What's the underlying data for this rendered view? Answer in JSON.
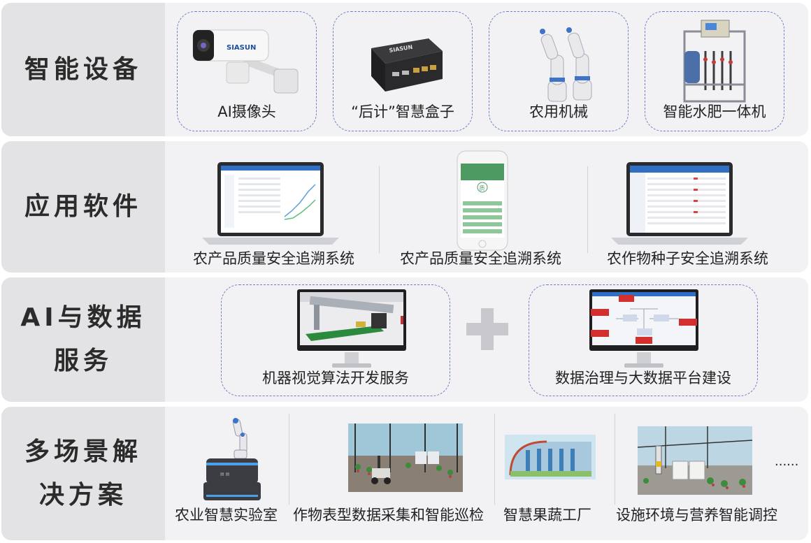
{
  "rows": [
    {
      "label_lines": [
        "智能设备"
      ],
      "items": [
        "AI摄像头",
        "“后计”智慧盒子",
        "农用机械",
        "智能水肥一体机"
      ],
      "camera_brand": "SIASUN",
      "box_brand": "SIASUN"
    },
    {
      "label_lines": [
        "应用软件"
      ],
      "items": [
        "农产品质量安全追溯系统",
        "农产品质量安全追溯系统",
        "农作物种子安全追溯系统"
      ],
      "phone_icon_char": "质"
    },
    {
      "label_lines": [
        "AI与数据",
        "服务"
      ],
      "items": [
        "机器视觉算法开发服务",
        "数据治理与大数据平台建设"
      ],
      "plus": "+"
    },
    {
      "label_lines": [
        "多场景解",
        "决方案"
      ],
      "items": [
        "农业智慧实验室",
        "作物表型数据采集和智能巡检",
        "智慧果蔬工厂",
        "设施环境与营养智能调控"
      ],
      "more": "......"
    }
  ],
  "colors": {
    "card_border": "#6e7fc7",
    "row_bg": "#f2f2f4",
    "label_bg": "#e3e3e6"
  }
}
